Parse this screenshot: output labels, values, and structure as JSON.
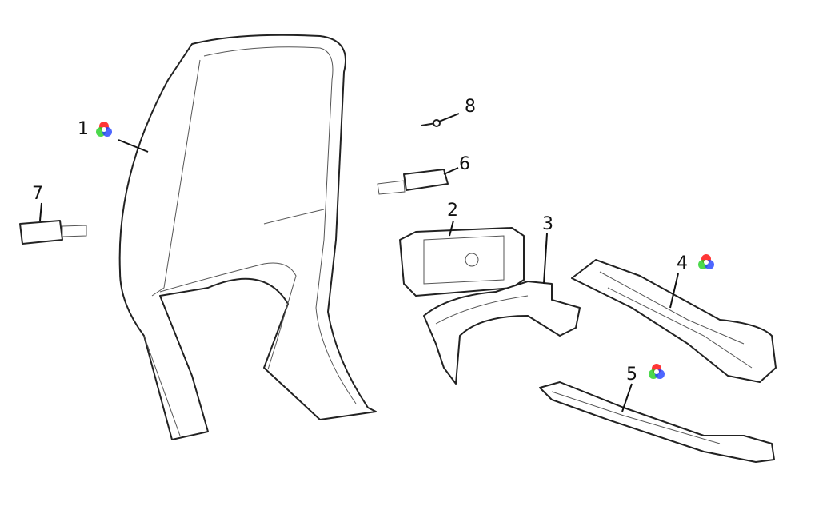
{
  "diagram": {
    "callouts": [
      {
        "number": "1",
        "color_option": true
      },
      {
        "number": "2",
        "color_option": false
      },
      {
        "number": "3",
        "color_option": false
      },
      {
        "number": "4",
        "color_option": true
      },
      {
        "number": "5",
        "color_option": true
      },
      {
        "number": "6",
        "color_option": false
      },
      {
        "number": "7",
        "color_option": false
      },
      {
        "number": "8",
        "color_option": false
      }
    ],
    "colors": {
      "red": "#ff2020",
      "green": "#20d020",
      "blue": "#2040ff",
      "line": "#222222"
    }
  }
}
